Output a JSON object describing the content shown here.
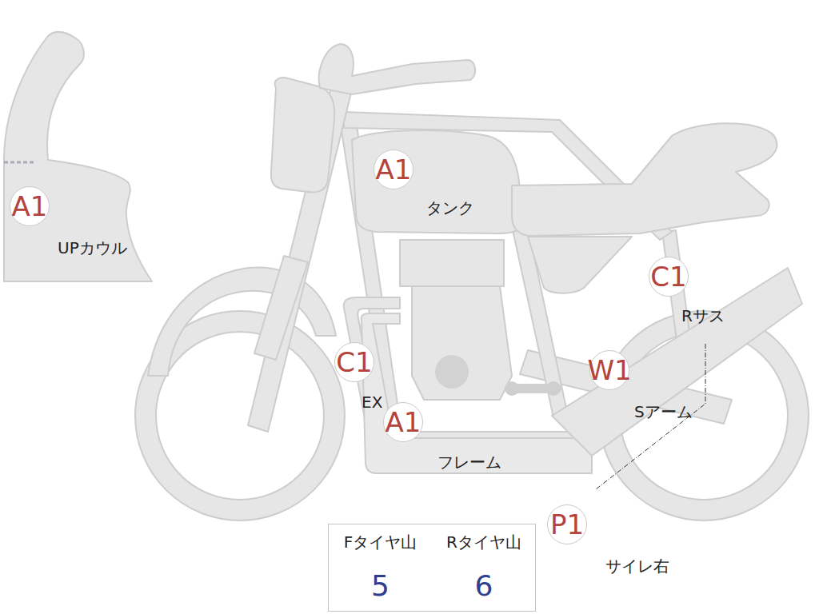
{
  "diagram": {
    "nodes": [
      {
        "text": [
          "A1",
          "UPカウル"
        ]
      },
      {
        "text": [
          "A1",
          "タンク"
        ]
      },
      {
        "text": [
          "C1",
          "Rサス"
        ]
      },
      {
        "text": [
          "C1",
          "EX"
        ]
      },
      {
        "text": [
          "W1",
          "Sアーム"
        ]
      },
      {
        "text": [
          "A1",
          "フレーム"
        ]
      },
      {
        "text": [
          "P1",
          "サイレ右"
        ]
      }
    ],
    "labels": [
      "Fタイヤ山",
      "Rタイヤ山",
      "5",
      "6"
    ]
  }
}
